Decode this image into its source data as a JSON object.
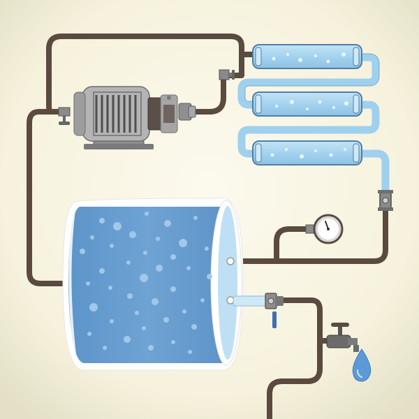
{
  "scene": {
    "components": [
      {
        "id": "motor-pump",
        "icon": "electric-motor-icon"
      },
      {
        "id": "filter-tube-1",
        "icon": "filter-cartridge-icon"
      },
      {
        "id": "filter-tube-2",
        "icon": "filter-cartridge-icon"
      },
      {
        "id": "filter-tube-3",
        "icon": "filter-cartridge-icon"
      },
      {
        "id": "water-tank",
        "icon": "tank-icon"
      },
      {
        "id": "pressure-gauge",
        "icon": "gauge-icon"
      },
      {
        "id": "faucet",
        "icon": "faucet-icon"
      },
      {
        "id": "water-drop",
        "icon": "drop-icon"
      },
      {
        "id": "valves",
        "icon": "valve-icon"
      }
    ],
    "colors": {
      "background_center": "#fbf8ea",
      "background_edge": "#e6e3cc",
      "pipe": "#5b4a3f",
      "water_light": "#a9d5ef",
      "water_dark": "#6ea3d3",
      "tank_outline": "#ffffff",
      "metal": "#a6a6a6",
      "metal_dark": "#6f6f6f",
      "faucet_drop": "#5b9ad6"
    }
  }
}
